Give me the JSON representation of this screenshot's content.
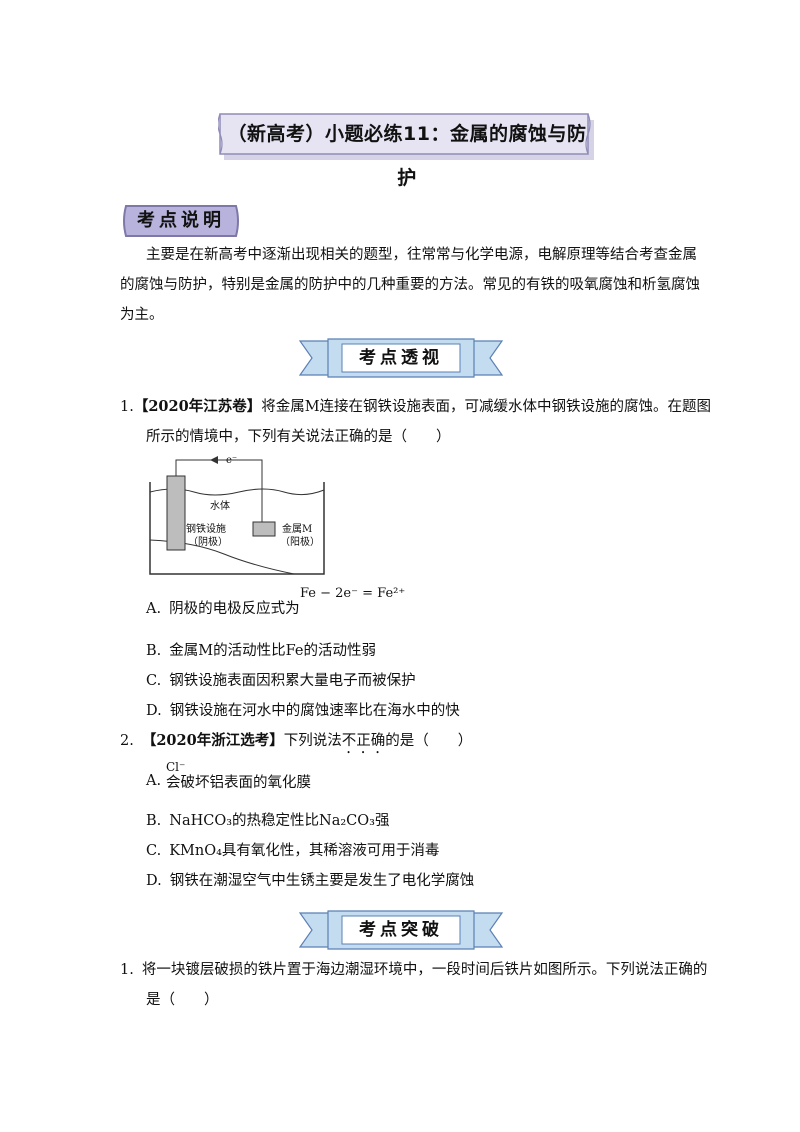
{
  "title": "（新高考）小题必练11：金属的腐蚀与防护",
  "section1": {
    "badge": "考点说明",
    "paragraph_line1": "主要是在新高考中逐渐出现相关的题型，往常常与化学电源，电解原理等结合考查金属",
    "paragraph_line2": "的腐蚀与防护，特别是金属的防护中的几种重要的方法。常见的有铁的吸氧腐蚀和析氢腐蚀",
    "paragraph_line3": "为主。"
  },
  "section2": {
    "ribbon": "考点透视",
    "q1": {
      "number": "1.",
      "source": "【2020年江苏卷】",
      "stem_line1": "将金属M连接在钢铁设施表面，可减缓水体中钢铁设施的腐蚀。在题图",
      "stem_line2": "所示的情境中，下列有关说法正确的是（　　）",
      "diagram": {
        "electron_label": "e⁻",
        "water_label": "水体",
        "steel_label_1": "钢铁设施",
        "steel_label_2": "（阴极）",
        "metal_label_1": "金属M",
        "metal_label_2": "（阳极）"
      },
      "options": {
        "A_prefix": "A.",
        "A_text": "阴极的电极反应式为",
        "A_formula": "Fe − 2e⁻ = Fe²⁺",
        "B_prefix": "B.",
        "B_text": "金属M的活动性比Fe的活动性弱",
        "C_prefix": "C.",
        "C_text": "钢铁设施表面因积累大量电子而被保护",
        "D_prefix": "D.",
        "D_text": "钢铁设施在河水中的腐蚀速率比在海水中的快"
      }
    },
    "q2": {
      "number": "2.",
      "source": "【2020年浙江选考】",
      "stem_pre": "下列说法",
      "stem_dotted": "不正确",
      "stem_post": "的是（　　）",
      "options": {
        "A_prefix": "A.",
        "A_formula": "Cl⁻",
        "A_text": "会破坏铝表面的氧化膜",
        "B_prefix": "B.",
        "B_text": "NaHCO₃的热稳定性比Na₂CO₃强",
        "C_prefix": "C.",
        "C_text": "KMnO₄具有氧化性，其稀溶液可用于消毒",
        "D_prefix": "D.",
        "D_text": "钢铁在潮湿空气中生锈主要是发生了电化学腐蚀"
      }
    }
  },
  "section3": {
    "ribbon": "考点突破",
    "q1": {
      "number": "1.",
      "stem_line1": "将一块镀层破损的铁片置于海边潮湿环境中，一段时间后铁片如图所示。下列说法正确的",
      "stem_line2": "是（　　）"
    }
  },
  "colors": {
    "title_bg": "#e6e4f2",
    "title_border": "#8f8cb8",
    "badge_bg": "#b7b3dc",
    "ribbon_fill": "#c4dcf0",
    "ribbon_center": "#ffffff",
    "ribbon_stroke": "#5b80b5"
  }
}
